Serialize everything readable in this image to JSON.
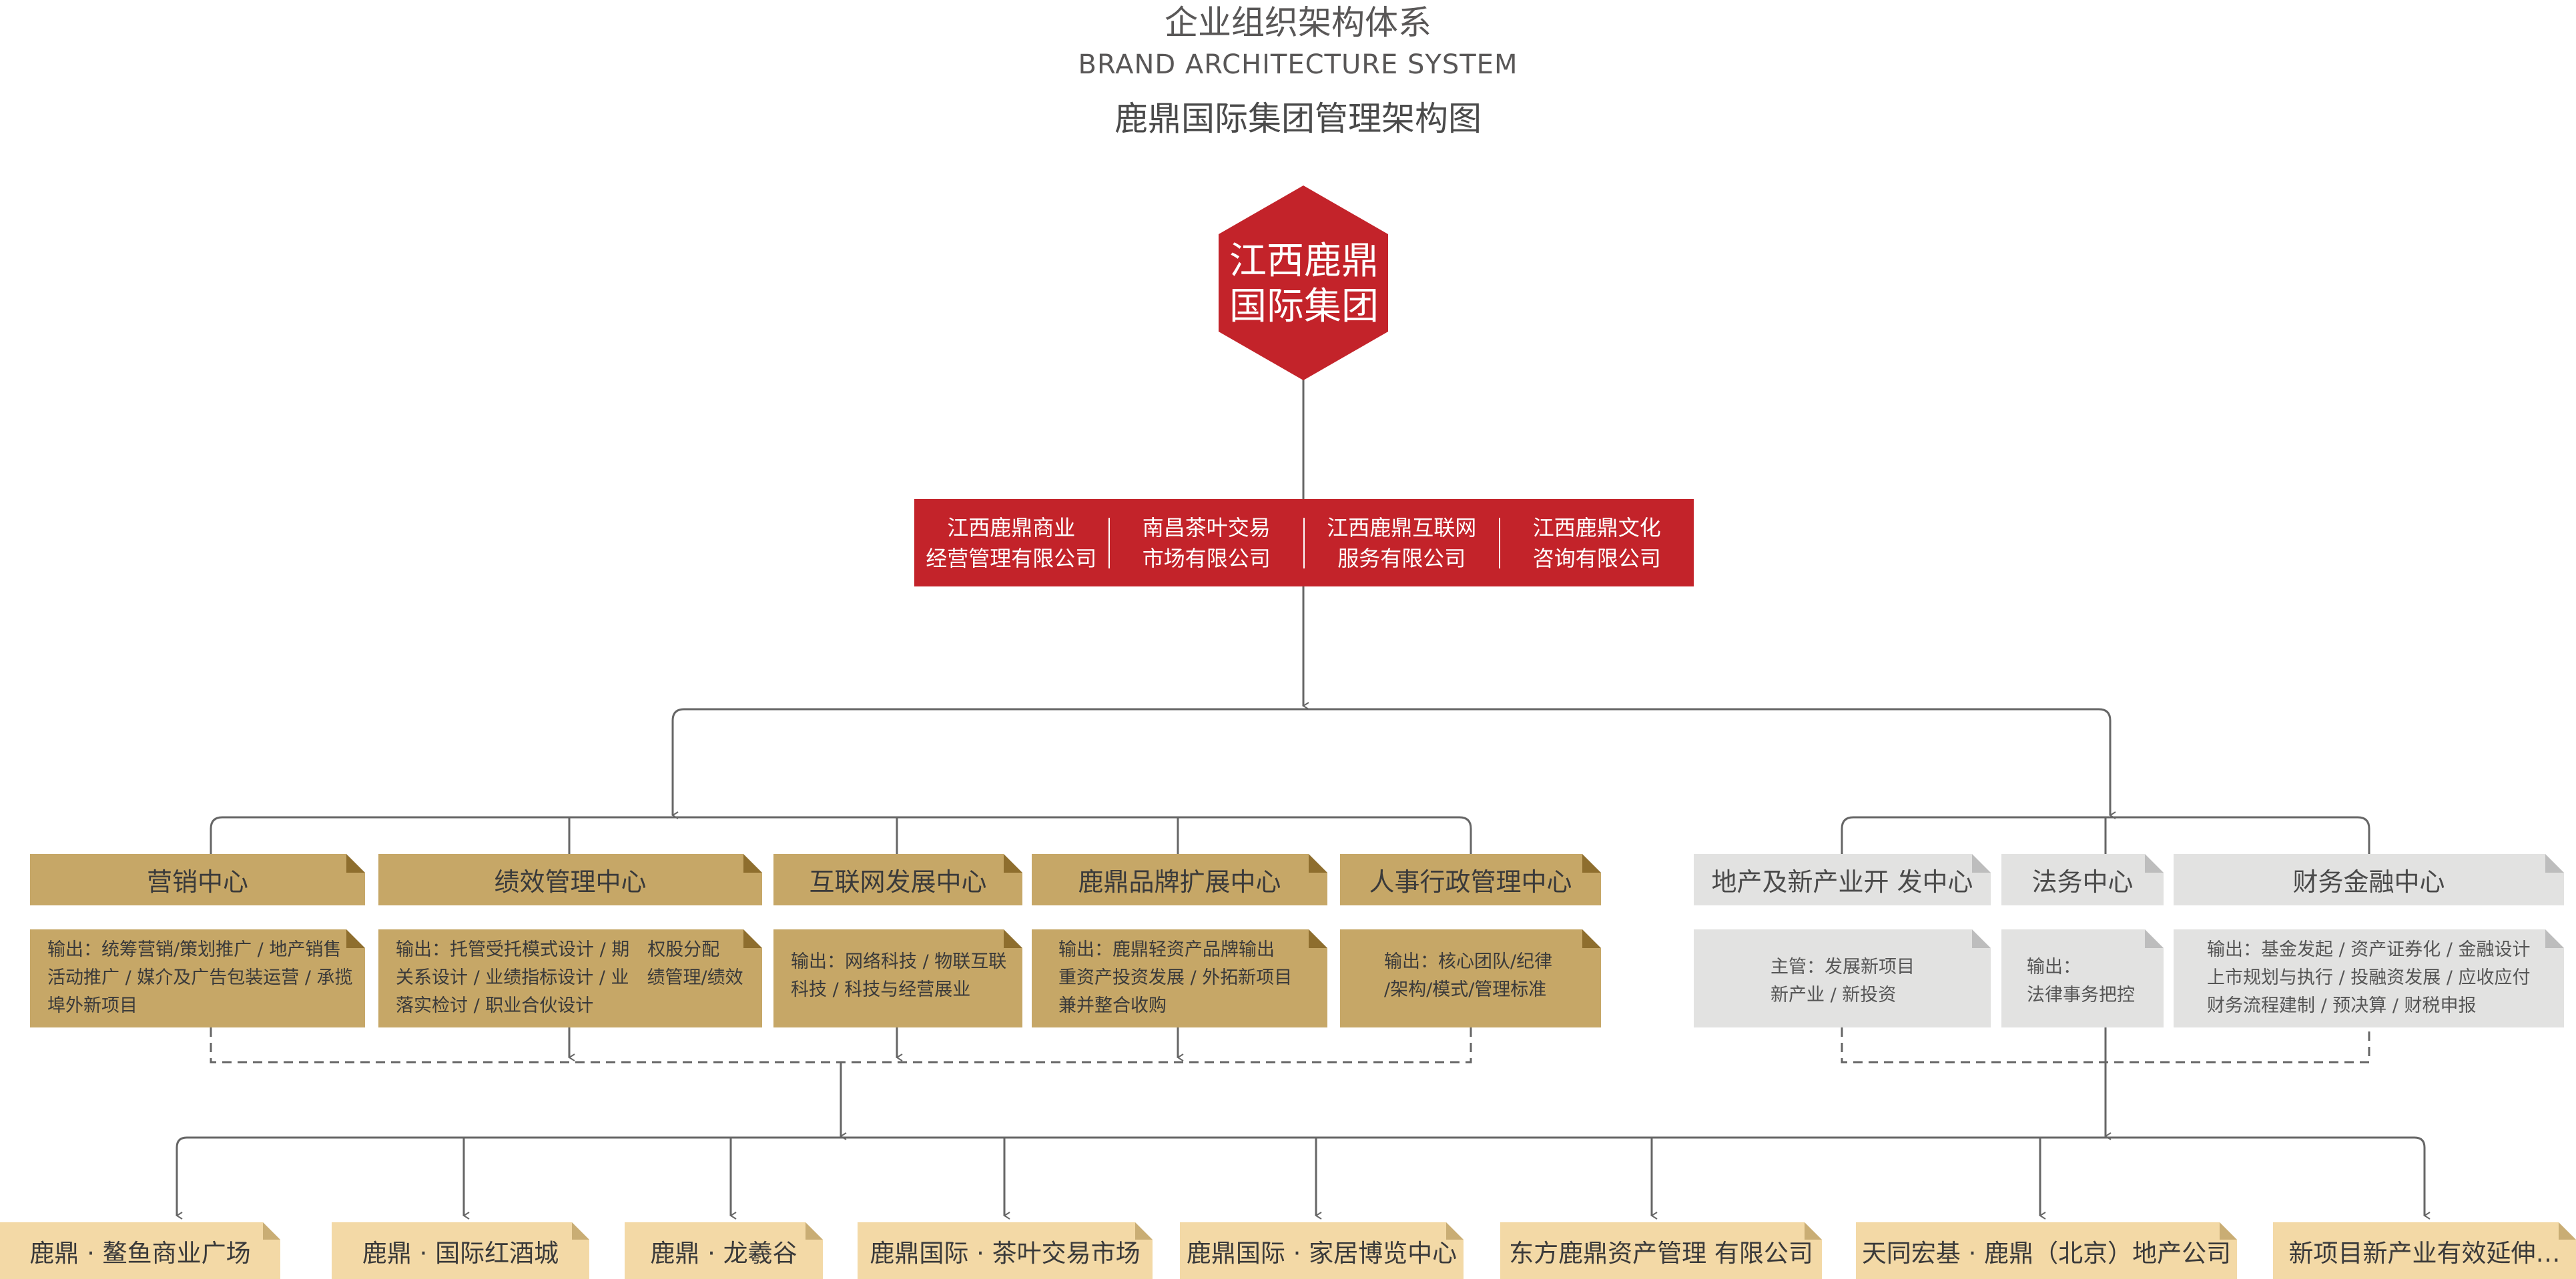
{
  "header": {
    "title_cn": "企业组织架构体系",
    "title_en": "BRAND ARCHITECTURE SYSTEM",
    "subtitle": "鹿鼎国际集团管理架构图"
  },
  "root": {
    "line1": "江西鹿鼎",
    "line2": "国际集团"
  },
  "subsidiaries": [
    {
      "line1": "江西鹿鼎商业",
      "line2": "经营管理有限公司"
    },
    {
      "line1": "南昌茶叶交易",
      "line2": "市场有限公司"
    },
    {
      "line1": "江西鹿鼎互联网",
      "line2": "服务有限公司"
    },
    {
      "line1": "江西鹿鼎文化",
      "line2": "咨询有限公司"
    }
  ],
  "centers_left": [
    {
      "name": "营销中心",
      "lines": [
        "输出：统筹营销/策划推广 / 地产销售",
        "活动推广 / 媒介及广告包装运营 / 承揽",
        "埠外新项目"
      ]
    },
    {
      "name": "绩效管理中心",
      "lines": [
        "输出：托管受托模式设计 / 期　权股分配",
        "关系设计 / 业绩指标设计 / 业　绩管理/绩效",
        "落实检讨 / 职业合伙设计"
      ]
    },
    {
      "name": "互联网发展中心",
      "lines": [
        "输出：网络科技 / 物联互联",
        "科技 / 科技与经营展业"
      ]
    },
    {
      "name": "鹿鼎品牌扩展中心",
      "lines": [
        "输出：鹿鼎轻资产品牌输出",
        "重资产投资发展 / 外拓新项目",
        "兼并整合收购"
      ]
    },
    {
      "name": "人事行政管理中心",
      "lines": [
        "输出：核心团队/纪律",
        "/架构/模式/管理标准"
      ]
    }
  ],
  "centers_right": [
    {
      "name": "地产及新产业开 发中心",
      "lines": [
        "主管：发展新项目",
        "新产业 / 新投资"
      ]
    },
    {
      "name": "法务中心",
      "lines": [
        "输出：",
        "法律事务把控"
      ]
    },
    {
      "name": "财务金融中心",
      "lines": [
        "输出：基金发起 / 资产证券化 / 金融设计",
        "上市规划与执行 / 投融资发展 / 应收应付",
        "财务流程建制 / 预决算 / 财税申报"
      ]
    }
  ],
  "enterprises": [
    "鹿鼎 · 鳌鱼商业广场",
    "鹿鼎 · 国际红酒城",
    "鹿鼎 · 龙羲谷",
    "鹿鼎国际 · 茶叶交易市场",
    "鹿鼎国际 · 家居博览中心",
    "东方鹿鼎资产管理 有限公司",
    "天同宏基 · 鹿鼎（北京）地产公司",
    "新项目新产业有效延伸…"
  ],
  "colors": {
    "brand_red": "#c3232a",
    "gold": "#c6a767",
    "gray": "#e2e2e1",
    "enterprise": "#f3d9a6",
    "line": "#666666"
  }
}
